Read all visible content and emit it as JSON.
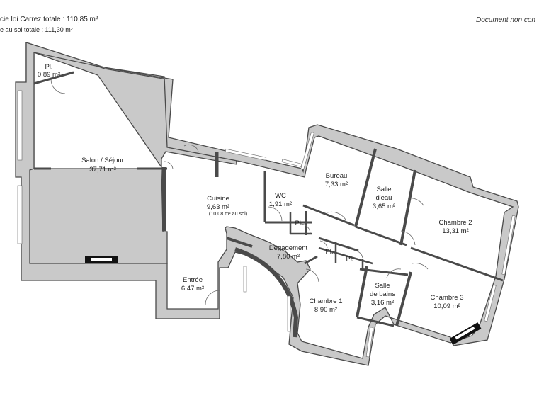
{
  "header": {
    "carrez_total": "cie loi Carrez totale :  110,85 m²",
    "sol_total": "e au sol totale :  111,30 m²",
    "disclaimer": "Document non con"
  },
  "rooms": {
    "placard_salon": {
      "name": "Pl.",
      "area": "0,89 m²"
    },
    "salon": {
      "name": "Salon / Séjour",
      "area": "37,71 m²"
    },
    "cuisine": {
      "name": "Cuisine",
      "area": "9,63 m²",
      "note": "(10,08 m² au sol)"
    },
    "wc": {
      "name": "WC",
      "area": "1,91 m²"
    },
    "bureau": {
      "name": "Bureau",
      "area": "7,33 m²"
    },
    "salle_eau": {
      "line1": "Salle",
      "line2": "d'eau",
      "area": "3,65 m²"
    },
    "chambre2": {
      "name": "Chambre 2",
      "area": "13,31 m²"
    },
    "placard_wc": {
      "name": "Pl."
    },
    "degagement": {
      "name": "Dégagement",
      "area": "7,80 m²"
    },
    "placard_deg1": {
      "name": "Pl."
    },
    "placard_deg2": {
      "name": "Pl."
    },
    "entree": {
      "name": "Entrée",
      "area": "6,47 m²"
    },
    "chambre1": {
      "name": "Chambre 1",
      "area": "8,90 m²"
    },
    "salle_bains": {
      "line1": "Salle",
      "line2": "de bains",
      "area": "3,16 m²"
    },
    "chambre3": {
      "name": "Chambre 3",
      "area": "10,09 m²"
    }
  }
}
